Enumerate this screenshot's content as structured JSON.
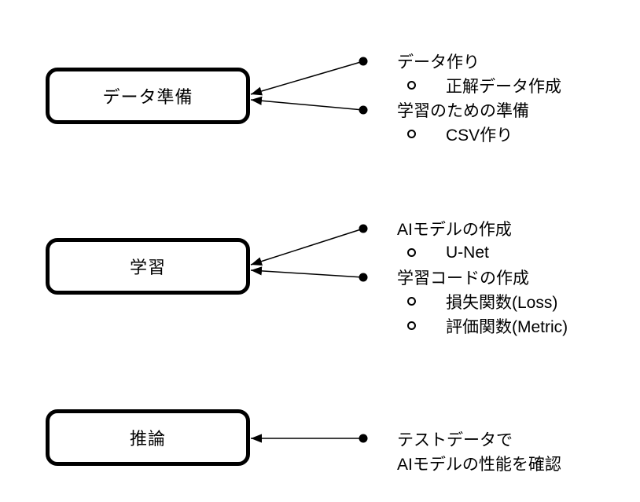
{
  "canvas": {
    "background": "#ffffff",
    "ink": "#000000"
  },
  "diagram": {
    "sections": [
      {
        "box_label": "データ準備",
        "items": [
          {
            "level": 1,
            "marker": "filled-circle",
            "text": "データ作り"
          },
          {
            "level": 2,
            "marker": "hollow-circle",
            "text": "正解データ作成"
          },
          {
            "level": 1,
            "marker": "filled-circle",
            "text": "学習のための準備"
          },
          {
            "level": 2,
            "marker": "hollow-circle",
            "text": "CSV作り"
          }
        ]
      },
      {
        "box_label": "学習",
        "items": [
          {
            "level": 1,
            "marker": "filled-circle",
            "text": "AIモデルの作成"
          },
          {
            "level": 2,
            "marker": "hollow-circle",
            "text": "U-Net"
          },
          {
            "level": 1,
            "marker": "filled-circle",
            "text": "学習コードの作成"
          },
          {
            "level": 2,
            "marker": "hollow-circle",
            "text": "損失関数(Loss)"
          },
          {
            "level": 2,
            "marker": "hollow-circle",
            "text": "評価関数(Metric)"
          }
        ]
      },
      {
        "box_label": "推論",
        "items": [
          {
            "level": 1,
            "marker": "filled-circle",
            "text": "テストデータで"
          },
          {
            "level": 1,
            "marker": "none",
            "text": "AIモデルの性能を確認"
          }
        ]
      }
    ]
  }
}
